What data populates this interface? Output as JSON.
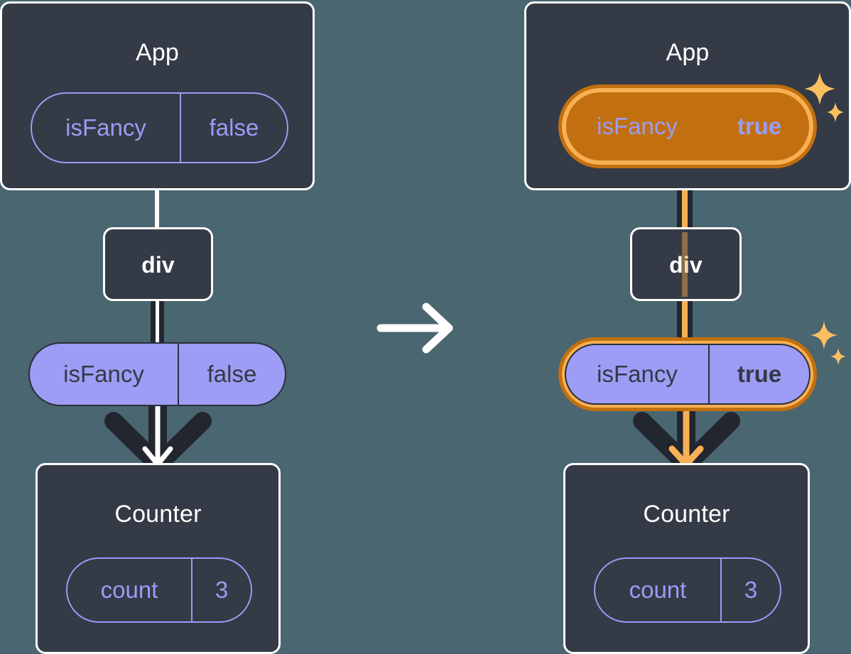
{
  "diagram": {
    "title": "React state update propagation",
    "background_color": "#4a6670",
    "card_color": "#343a46",
    "accent_purple": "#9d9df5",
    "accent_orange_outer": "#c2700f",
    "accent_orange_inner": "#f8b054",
    "transition_symbol": "arrow-right"
  },
  "before": {
    "app": {
      "title": "App",
      "state_pill": {
        "key": "isFancy",
        "value": "false",
        "highlighted": false
      }
    },
    "div": {
      "label": "div"
    },
    "props_pill": {
      "key": "isFancy",
      "value": "false",
      "highlighted": false
    },
    "counter": {
      "title": "Counter",
      "state_pill": {
        "key": "count",
        "value": "3",
        "highlighted": false
      }
    }
  },
  "after": {
    "app": {
      "title": "App",
      "state_pill": {
        "key": "isFancy",
        "value": "true",
        "highlighted": true
      }
    },
    "div": {
      "label": "div"
    },
    "props_pill": {
      "key": "isFancy",
      "value": "true",
      "highlighted": true
    },
    "counter": {
      "title": "Counter",
      "state_pill": {
        "key": "count",
        "value": "3",
        "highlighted": false
      }
    }
  }
}
